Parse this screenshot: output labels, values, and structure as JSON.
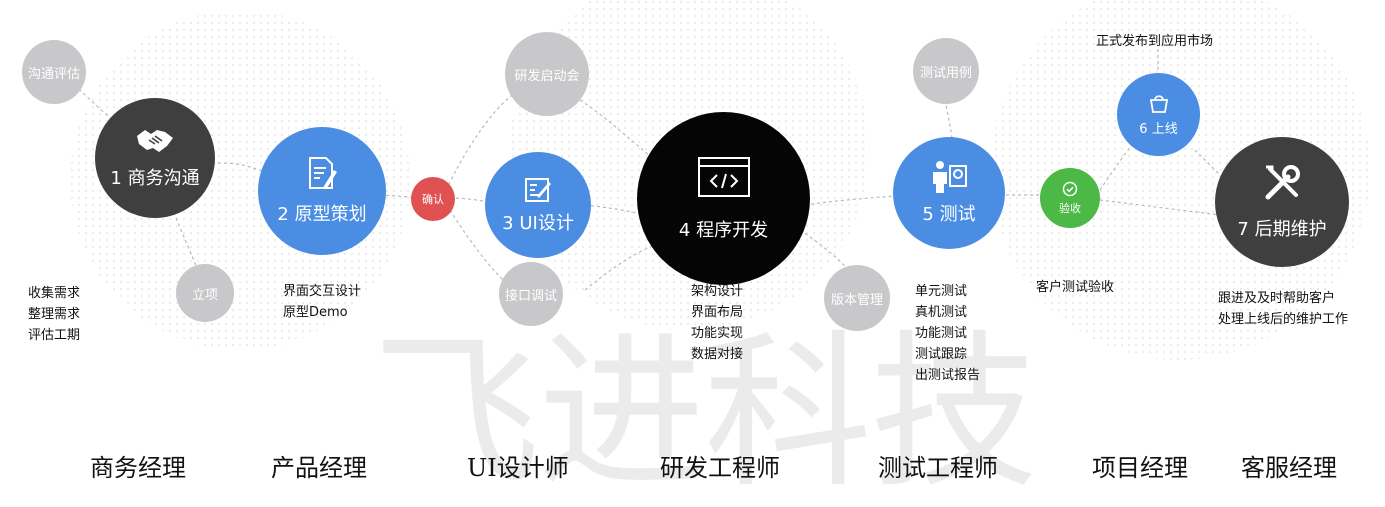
{
  "watermark": "飞进科技",
  "colors": {
    "dark": "#3f3f3f",
    "blue": "#4a8de3",
    "black": "#050505",
    "grey": "#c8c7ca",
    "red": "#e05252",
    "green": "#4cb846"
  },
  "stages": [
    {
      "label": "1 商务沟通",
      "icon": "handshake-icon"
    },
    {
      "label": "2 原型策划",
      "icon": "document-pen-icon"
    },
    {
      "label": "3 UI设计",
      "icon": "design-board-icon"
    },
    {
      "label": "4 程序开发",
      "icon": "code-window-icon"
    },
    {
      "label": "5 测试",
      "icon": "tester-icon"
    },
    {
      "label": "6 上线",
      "icon": "shopping-bag-icon"
    },
    {
      "label": "7 后期维护",
      "icon": "tools-icon"
    }
  ],
  "sub_nodes": {
    "communicate_eval": "沟通评估",
    "project_setup": "立项",
    "confirm": "确认",
    "kickoff": "研发启动会",
    "api_debug": "接口调试",
    "test_cases": "测试用例",
    "version_mgmt": "版本管理",
    "acceptance": "验收",
    "publish_note": "正式发布到应用市场"
  },
  "descriptions": {
    "business": [
      "收集需求",
      "整理需求",
      "评估工期"
    ],
    "prototype": [
      "界面交互设计",
      "原型Demo"
    ],
    "development": [
      "架构设计",
      "界面布局",
      "功能实现",
      "数据对接"
    ],
    "testing": [
      "单元测试",
      "真机测试",
      "功能测试",
      "测试跟踪",
      "出测试报告"
    ],
    "acceptance": [
      "客户测试验收"
    ],
    "maintenance": [
      "跟进及及时帮助客户",
      "处理上线后的维护工作"
    ]
  },
  "roles": [
    "商务经理",
    "产品经理",
    "UI设计师",
    "研发工程师",
    "测试工程师",
    "项目经理",
    "客服经理"
  ]
}
